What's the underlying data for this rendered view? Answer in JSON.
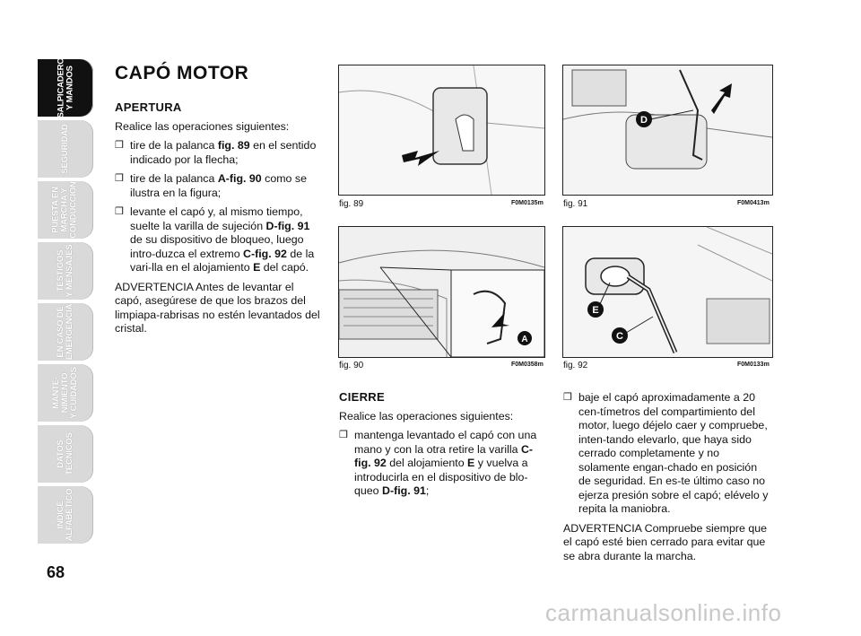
{
  "page_number": "68",
  "sidebar": {
    "tabs": [
      {
        "label": "SALPICADERO\nY MANDOS",
        "active": true
      },
      {
        "label": "SEGURIDAD",
        "active": false
      },
      {
        "label": "PUESTA EN\nMARCHA Y\nCONDUCCIÓN",
        "active": false
      },
      {
        "label": "TESTIGOS\nY MENSAJES",
        "active": false
      },
      {
        "label": "EN CASO DE\nEMERGENCIA",
        "active": false
      },
      {
        "label": "MANTE-\nNIMIENTO\nY CUIDADOS",
        "active": false
      },
      {
        "label": "DATOS\nTÉCNICOS",
        "active": false
      },
      {
        "label": "ÍNDICE\nALFABÉTICO",
        "active": false
      }
    ]
  },
  "title": "CAPÓ MOTOR",
  "apertura": {
    "heading": "APERTURA",
    "intro": "Realice las operaciones siguientes:",
    "items": [
      {
        "pre": "tire de la palanca ",
        "ref": "fig. 89",
        "post": " en el sentido indicado por la flecha;"
      },
      {
        "pre": "tire de la palanca ",
        "ref": "A-fig. 90",
        "post": " como se ilustra en la figura;"
      },
      {
        "pre": "levante el capó y, al mismo tiempo, suelte la varilla de sujeción ",
        "ref": "D-fig. 91",
        "post": " de su dispositivo de bloqueo, luego intro-duzca el extremo ",
        "ref2": "C-fig. 92",
        "post2": " de la vari-lla en el alojamiento ",
        "ref3": "E",
        "post3": " del capó."
      }
    ],
    "warning": "ADVERTENCIA Antes de levantar el capó, asegúrese de que los brazos del limpiapa-rabrisas no estén levantados del cristal."
  },
  "cierre": {
    "heading": "CIERRE",
    "intro": "Realice las operaciones siguientes:",
    "item": {
      "pre": "mantenga levantado el capó con una mano y con la otra retire la varilla ",
      "ref": "C-fig. 92",
      "mid": " del alojamiento ",
      "ref2": "E",
      "mid2": " y vuelva a introducirla en el dispositivo de blo-queo ",
      "ref3": "D-fig. 91",
      "post": ";"
    }
  },
  "right_col": {
    "item": "baje el capó aproximadamente a 20 cen-tímetros del compartimiento del motor, luego déjelo caer y compruebe, inten-tando elevarlo, que haya sido cerrado completamente y no solamente engan-chado en posición de seguridad. En es-te último caso no ejerza presión sobre el capó; elévelo y repita la maniobra.",
    "warning": "ADVERTENCIA Compruebe siempre que el capó esté bien cerrado para evitar que se abra durante la marcha."
  },
  "figures": [
    {
      "caption": "fig. 89",
      "code": "F0M0135m"
    },
    {
      "caption": "fig. 90",
      "code": "F0M0358m",
      "callouts": [
        "A"
      ]
    },
    {
      "caption": "fig. 91",
      "code": "F0M0413m",
      "callouts": [
        "D"
      ]
    },
    {
      "caption": "fig. 92",
      "code": "F0M0133m",
      "callouts": [
        "E",
        "C"
      ]
    }
  ],
  "footer_watermark": "carmanualsonline.info"
}
